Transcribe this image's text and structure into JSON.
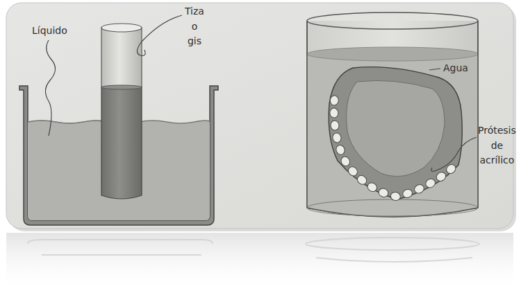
{
  "diagram": {
    "labels": [
      "Líquido",
      "Tiza o gis",
      "Agua",
      "Prótesis de acrílico"
    ]
  }
}
